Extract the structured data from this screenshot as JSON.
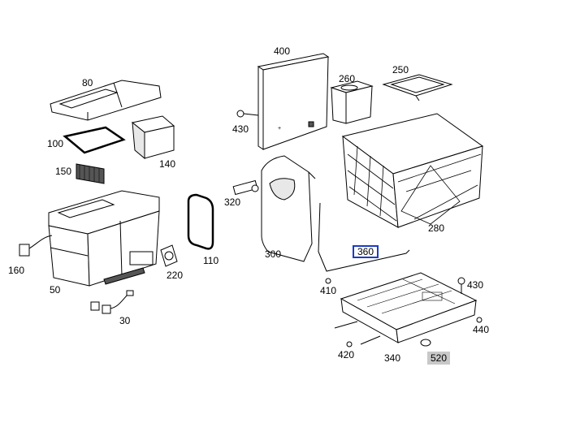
{
  "parts": [
    {
      "id": "p80",
      "label": "80"
    },
    {
      "id": "p100",
      "label": "100"
    },
    {
      "id": "p150",
      "label": "150"
    },
    {
      "id": "p140",
      "label": "140"
    },
    {
      "id": "p160",
      "label": "160"
    },
    {
      "id": "p50",
      "label": "50"
    },
    {
      "id": "p30",
      "label": "30"
    },
    {
      "id": "p220",
      "label": "220"
    },
    {
      "id": "p110",
      "label": "110"
    },
    {
      "id": "p400",
      "label": "400"
    },
    {
      "id": "p430a",
      "label": "430"
    },
    {
      "id": "p320",
      "label": "320"
    },
    {
      "id": "p300",
      "label": "300"
    },
    {
      "id": "p260",
      "label": "260"
    },
    {
      "id": "p250",
      "label": "250"
    },
    {
      "id": "p280",
      "label": "280"
    },
    {
      "id": "p360",
      "label": "360"
    },
    {
      "id": "p410",
      "label": "410"
    },
    {
      "id": "p430b",
      "label": "430"
    },
    {
      "id": "p440",
      "label": "440"
    },
    {
      "id": "p420",
      "label": "420"
    },
    {
      "id": "p340",
      "label": "340"
    },
    {
      "id": "p520",
      "label": "520"
    }
  ],
  "colors": {
    "line": "#000000",
    "selected_border": "#1a3cc8",
    "shaded_label": "#c8c8c8"
  }
}
